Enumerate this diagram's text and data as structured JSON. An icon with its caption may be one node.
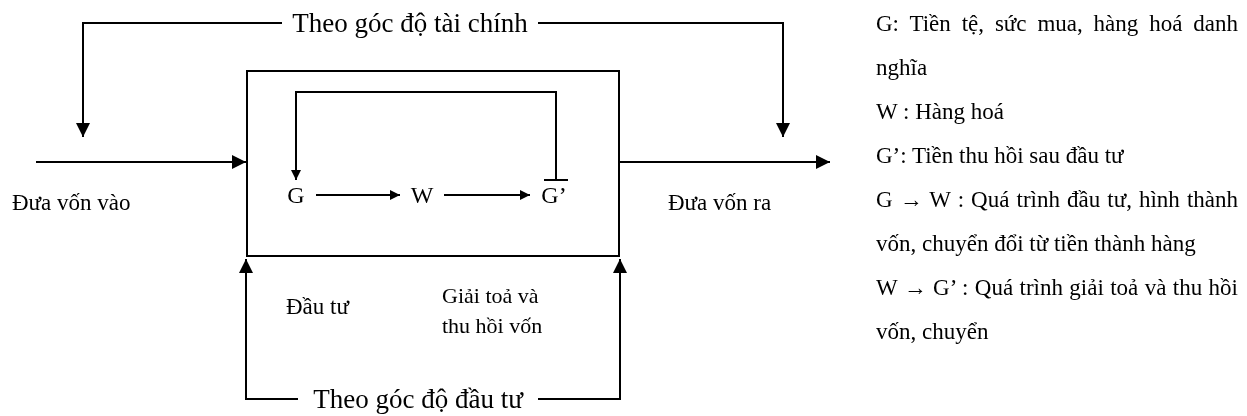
{
  "diagram": {
    "nodes": [
      {
        "text": [],
        "shape": "box"
      },
      {
        "text": [
          "G"
        ],
        "in": 0
      },
      {
        "text": [
          "W"
        ],
        "in": 0
      },
      {
        "text": [
          "G’"
        ],
        "in": 0
      },
      {
        "text": [
          "Theo góc độ tài chính"
        ]
      },
      {
        "text": [
          "Theo góc độ đầu tư"
        ]
      }
    ],
    "edges": [
      {
        "from": null,
        "to": 0,
        "arrow": "to"
      },
      {
        "from": 0,
        "to": null,
        "arrow": "to"
      },
      {
        "from": 4,
        "to": null,
        "arrow": "to"
      },
      {
        "from": 4,
        "to": null,
        "arrow": "to"
      },
      {
        "from": 5,
        "to": 0,
        "arrow": "to"
      },
      {
        "from": 5,
        "to": 0,
        "arrow": "to"
      },
      {
        "from": 1,
        "to": 2,
        "arrow": "to"
      },
      {
        "from": 2,
        "to": 3,
        "arrow": "to"
      },
      {
        "from": 3,
        "to": 1,
        "arrow": "to"
      }
    ],
    "labels": [
      "Đưa vốn vào",
      "Đưa vốn ra",
      "Đầu tư",
      "Giải toả và thu hồi vốn",
      "G: Tiền tệ, sức mua, hàng hoá danh nghĩa",
      "W : Hàng hoá",
      "G’: Tiền thu hồi sau đầu tư",
      "G → W : Quá trình đầu tư, hình thành vốn, chuyển đổi từ tiền thành hàng",
      "W → G’ : Quá trình giải toả và thu hồi vốn, chuyển"
    ]
  }
}
